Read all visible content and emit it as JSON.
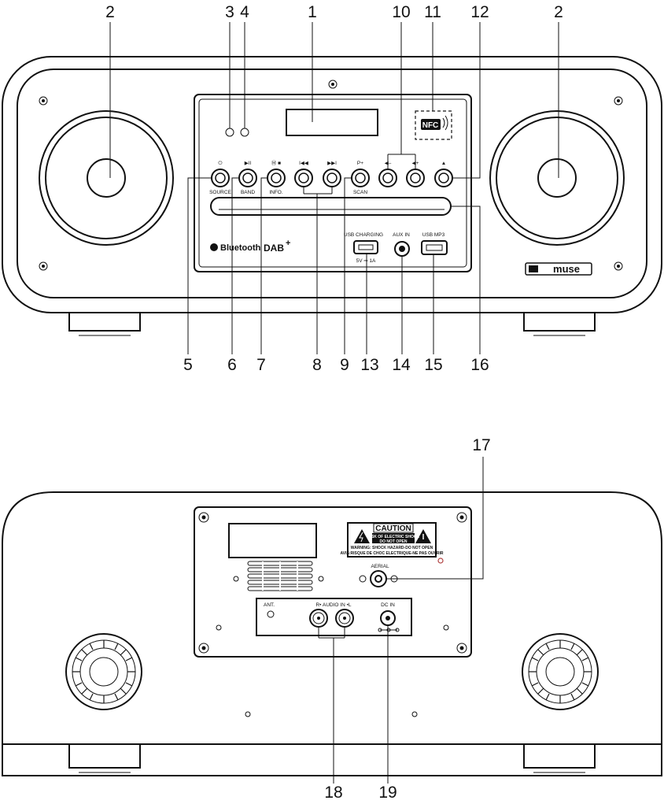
{
  "front_callouts": [
    "2",
    "3",
    "4",
    "1",
    "10",
    "11",
    "12",
    "2"
  ],
  "front_bottom_callouts": [
    "5",
    "6",
    "7",
    "8",
    "9",
    "13",
    "14",
    "15",
    "16"
  ],
  "rear_callouts": [
    "17",
    "18",
    "19"
  ],
  "buttons": {
    "source_label": "SOURCE",
    "band_label": "BAND",
    "info_label": "INFO.",
    "scan_label": "SCAN",
    "power_symbol": "⏻",
    "play_pause_symbol": "▶II",
    "mode_stop_symbol": "Ⓜ ■",
    "prev_symbol": "I◀◀",
    "next_symbol": "▶▶I",
    "preset_symbol": "P+",
    "vol_down_symbol": "◀–",
    "vol_up_symbol": "◀+",
    "eject_symbol": "▲"
  },
  "ports": {
    "usb_charging_label": "USB CHARGING",
    "usb_charging_rating": "5V ⎓ 1A",
    "aux_in_label": "AUX IN",
    "usb_mp3_label": "USB MP3"
  },
  "front_logos": {
    "bluetooth": "Bluetooth",
    "dab": "DAB",
    "dab_plus": "+",
    "nfc": "NFC",
    "brand": "muse"
  },
  "rear": {
    "caution_title": "CAUTION",
    "caution_line1": "RISK OF ELECTRIC SHOCK",
    "caution_line2": "DO NOT OPEN",
    "warning_line1": "WARNING: SHOCK HAZARD-DO NOT OPEN",
    "warning_line2": "AVIS:RISQUE DE CHOC ELECTRIQUE-NE PAS OUVRIR",
    "aerial_label": "AERIAL",
    "ant_label": "ANT.",
    "audio_in_label": "R• AUDIO IN •L",
    "dc_in_label": "DC IN"
  }
}
